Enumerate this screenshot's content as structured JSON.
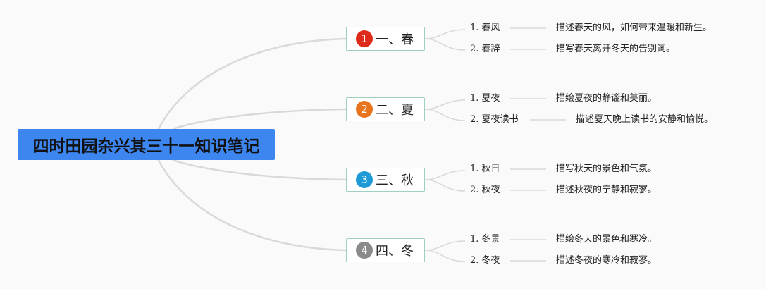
{
  "root": {
    "title": "四时田园杂兴其三十一知识笔记"
  },
  "branches": [
    {
      "number": "1",
      "label": "一、春",
      "badge_color": "#dd2a1b",
      "children": [
        {
          "label": "1. 春风",
          "description": "描述春天的风，如何带来温暖和新生。"
        },
        {
          "label": "2. 春辞",
          "description": "描写春天离开冬天的告别词。"
        }
      ]
    },
    {
      "number": "2",
      "label": "二、夏",
      "badge_color": "#e8741e",
      "children": [
        {
          "label": "1. 夏夜",
          "description": "描绘夏夜的静谧和美丽。"
        },
        {
          "label": "2. 夏夜读书",
          "description": "描述夏天晚上读书的安静和愉悦。"
        }
      ]
    },
    {
      "number": "3",
      "label": "三、秋",
      "badge_color": "#1e9ad6",
      "children": [
        {
          "label": "1. 秋日",
          "description": "描写秋天的景色和气氛。"
        },
        {
          "label": "2. 秋夜",
          "description": "描述秋夜的宁静和寂寥。"
        }
      ]
    },
    {
      "number": "4",
      "label": "四、冬",
      "badge_color": "#8a8a8a",
      "children": [
        {
          "label": "1. 冬景",
          "description": "描绘冬天的景色和寒冷。"
        },
        {
          "label": "2. 冬夜",
          "description": "描述冬夜的寒冷和寂寥。"
        }
      ]
    }
  ],
  "colors": {
    "root_fill": "#3d86f0",
    "branch_border": "#9fcfc0",
    "connector": "#d9d9d9"
  }
}
